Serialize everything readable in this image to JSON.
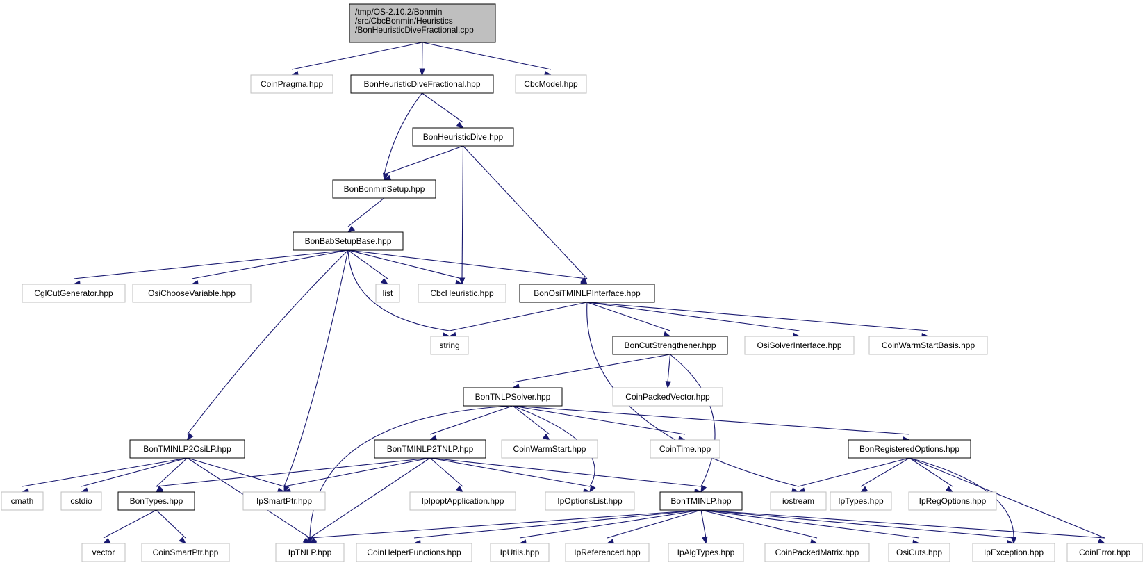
{
  "colors": {
    "edge": "#191970",
    "root_fill": "#bfbfbf",
    "linked_border": "#000000",
    "external_border": "#bfbfbf",
    "background": "#ffffff"
  },
  "graph": {
    "root": {
      "id": "root",
      "lines": [
        "/tmp/OS-2.10.2/Bonmin",
        "/src/CbcBonmin/Heuristics",
        "/BonHeuristicDiveFractional.cpp"
      ]
    },
    "nodes": [
      {
        "id": "CoinPragma",
        "label": "CoinPragma.hpp",
        "kind": "external"
      },
      {
        "id": "BonHeuristicDiveFractional",
        "label": "BonHeuristicDiveFractional.hpp",
        "kind": "linked"
      },
      {
        "id": "CbcModel",
        "label": "CbcModel.hpp",
        "kind": "external"
      },
      {
        "id": "BonHeuristicDive",
        "label": "BonHeuristicDive.hpp",
        "kind": "linked"
      },
      {
        "id": "BonBonminSetup",
        "label": "BonBonminSetup.hpp",
        "kind": "linked"
      },
      {
        "id": "BonBabSetupBase",
        "label": "BonBabSetupBase.hpp",
        "kind": "linked"
      },
      {
        "id": "CglCutGenerator",
        "label": "CglCutGenerator.hpp",
        "kind": "external"
      },
      {
        "id": "OsiChooseVariable",
        "label": "OsiChooseVariable.hpp",
        "kind": "external"
      },
      {
        "id": "list",
        "label": "list",
        "kind": "external"
      },
      {
        "id": "CbcHeuristic",
        "label": "CbcHeuristic.hpp",
        "kind": "external"
      },
      {
        "id": "BonOsiTMINLPInterface",
        "label": "BonOsiTMINLPInterface.hpp",
        "kind": "linked"
      },
      {
        "id": "string",
        "label": "string",
        "kind": "external"
      },
      {
        "id": "BonCutStrengthener",
        "label": "BonCutStrengthener.hpp",
        "kind": "linked"
      },
      {
        "id": "OsiSolverInterface",
        "label": "OsiSolverInterface.hpp",
        "kind": "external"
      },
      {
        "id": "CoinWarmStartBasis",
        "label": "CoinWarmStartBasis.hpp",
        "kind": "external"
      },
      {
        "id": "CoinPackedVector",
        "label": "CoinPackedVector.hpp",
        "kind": "external"
      },
      {
        "id": "BonTNLPSolver",
        "label": "BonTNLPSolver.hpp",
        "kind": "linked"
      },
      {
        "id": "BonTMINLP2OsiLP",
        "label": "BonTMINLP2OsiLP.hpp",
        "kind": "linked"
      },
      {
        "id": "BonTMINLP2TNLP",
        "label": "BonTMINLP2TNLP.hpp",
        "kind": "linked"
      },
      {
        "id": "CoinWarmStart",
        "label": "CoinWarmStart.hpp",
        "kind": "external"
      },
      {
        "id": "CoinTime",
        "label": "CoinTime.hpp",
        "kind": "external"
      },
      {
        "id": "BonRegisteredOptions",
        "label": "BonRegisteredOptions.hpp",
        "kind": "linked"
      },
      {
        "id": "cmath",
        "label": "cmath",
        "kind": "external"
      },
      {
        "id": "cstdio",
        "label": "cstdio",
        "kind": "external"
      },
      {
        "id": "BonTypes",
        "label": "BonTypes.hpp",
        "kind": "linked"
      },
      {
        "id": "IpSmartPtr",
        "label": "IpSmartPtr.hpp",
        "kind": "external"
      },
      {
        "id": "IpIpoptApplication",
        "label": "IpIpoptApplication.hpp",
        "kind": "external"
      },
      {
        "id": "IpOptionsList",
        "label": "IpOptionsList.hpp",
        "kind": "external"
      },
      {
        "id": "BonTMINLP",
        "label": "BonTMINLP.hpp",
        "kind": "linked"
      },
      {
        "id": "iostream",
        "label": "iostream",
        "kind": "external"
      },
      {
        "id": "IpTypes",
        "label": "IpTypes.hpp",
        "kind": "external"
      },
      {
        "id": "IpRegOptions",
        "label": "IpRegOptions.hpp",
        "kind": "external"
      },
      {
        "id": "vector",
        "label": "vector",
        "kind": "external"
      },
      {
        "id": "CoinSmartPtr",
        "label": "CoinSmartPtr.hpp",
        "kind": "external"
      },
      {
        "id": "IpTNLP",
        "label": "IpTNLP.hpp",
        "kind": "external"
      },
      {
        "id": "CoinHelperFunctions",
        "label": "CoinHelperFunctions.hpp",
        "kind": "external"
      },
      {
        "id": "IpUtils",
        "label": "IpUtils.hpp",
        "kind": "external"
      },
      {
        "id": "IpReferenced",
        "label": "IpReferenced.hpp",
        "kind": "external"
      },
      {
        "id": "IpAlgTypes",
        "label": "IpAlgTypes.hpp",
        "kind": "external"
      },
      {
        "id": "CoinPackedMatrix",
        "label": "CoinPackedMatrix.hpp",
        "kind": "external"
      },
      {
        "id": "OsiCuts",
        "label": "OsiCuts.hpp",
        "kind": "external"
      },
      {
        "id": "IpException",
        "label": "IpException.hpp",
        "kind": "external"
      },
      {
        "id": "CoinError",
        "label": "CoinError.hpp",
        "kind": "external"
      }
    ],
    "edges": [
      [
        "root",
        "CoinPragma"
      ],
      [
        "root",
        "BonHeuristicDiveFractional"
      ],
      [
        "root",
        "CbcModel"
      ],
      [
        "BonHeuristicDiveFractional",
        "BonBonminSetup"
      ],
      [
        "BonHeuristicDiveFractional",
        "BonHeuristicDive"
      ],
      [
        "BonHeuristicDive",
        "BonBonminSetup"
      ],
      [
        "BonHeuristicDive",
        "CbcHeuristic"
      ],
      [
        "BonHeuristicDive",
        "BonOsiTMINLPInterface"
      ],
      [
        "BonBonminSetup",
        "BonBabSetupBase"
      ],
      [
        "BonBabSetupBase",
        "CglCutGenerator"
      ],
      [
        "BonBabSetupBase",
        "OsiChooseVariable"
      ],
      [
        "BonBabSetupBase",
        "list"
      ],
      [
        "BonBabSetupBase",
        "CbcHeuristic"
      ],
      [
        "BonBabSetupBase",
        "BonOsiTMINLPInterface"
      ],
      [
        "BonBabSetupBase",
        "string"
      ],
      [
        "BonBabSetupBase",
        "BonTMINLP2OsiLP"
      ],
      [
        "BonBabSetupBase",
        "IpSmartPtr"
      ],
      [
        "BonOsiTMINLPInterface",
        "string"
      ],
      [
        "BonOsiTMINLPInterface",
        "BonCutStrengthener"
      ],
      [
        "BonOsiTMINLPInterface",
        "OsiSolverInterface"
      ],
      [
        "BonOsiTMINLPInterface",
        "CoinWarmStartBasis"
      ],
      [
        "BonOsiTMINLPInterface",
        "iostream"
      ],
      [
        "BonCutStrengthener",
        "CoinPackedVector"
      ],
      [
        "BonCutStrengthener",
        "BonTNLPSolver"
      ],
      [
        "BonCutStrengthener",
        "BonTMINLP"
      ],
      [
        "BonTNLPSolver",
        "BonTMINLP2TNLP"
      ],
      [
        "BonTNLPSolver",
        "CoinWarmStart"
      ],
      [
        "BonTNLPSolver",
        "CoinTime"
      ],
      [
        "BonTNLPSolver",
        "BonRegisteredOptions"
      ],
      [
        "BonTNLPSolver",
        "IpOptionsList"
      ],
      [
        "BonTNLPSolver",
        "IpTNLP"
      ],
      [
        "BonTMINLP2OsiLP",
        "cmath"
      ],
      [
        "BonTMINLP2OsiLP",
        "cstdio"
      ],
      [
        "BonTMINLP2OsiLP",
        "BonTypes"
      ],
      [
        "BonTMINLP2OsiLP",
        "IpSmartPtr"
      ],
      [
        "BonTMINLP2OsiLP",
        "IpTNLP"
      ],
      [
        "BonTMINLP2TNLP",
        "BonTypes"
      ],
      [
        "BonTMINLP2TNLP",
        "IpSmartPtr"
      ],
      [
        "BonTMINLP2TNLP",
        "IpIpoptApplication"
      ],
      [
        "BonTMINLP2TNLP",
        "IpOptionsList"
      ],
      [
        "BonTMINLP2TNLP",
        "BonTMINLP"
      ],
      [
        "BonTMINLP2TNLP",
        "IpTNLP"
      ],
      [
        "BonRegisteredOptions",
        "iostream"
      ],
      [
        "BonRegisteredOptions",
        "IpTypes"
      ],
      [
        "BonRegisteredOptions",
        "IpRegOptions"
      ],
      [
        "BonRegisteredOptions",
        "IpException"
      ],
      [
        "BonRegisteredOptions",
        "CoinError"
      ],
      [
        "BonTypes",
        "vector"
      ],
      [
        "BonTypes",
        "CoinSmartPtr"
      ],
      [
        "BonTMINLP",
        "IpTNLP"
      ],
      [
        "BonTMINLP",
        "CoinHelperFunctions"
      ],
      [
        "BonTMINLP",
        "IpUtils"
      ],
      [
        "BonTMINLP",
        "IpReferenced"
      ],
      [
        "BonTMINLP",
        "IpAlgTypes"
      ],
      [
        "BonTMINLP",
        "CoinPackedMatrix"
      ],
      [
        "BonTMINLP",
        "OsiCuts"
      ],
      [
        "BonTMINLP",
        "IpException"
      ],
      [
        "BonTMINLP",
        "CoinError"
      ]
    ]
  }
}
